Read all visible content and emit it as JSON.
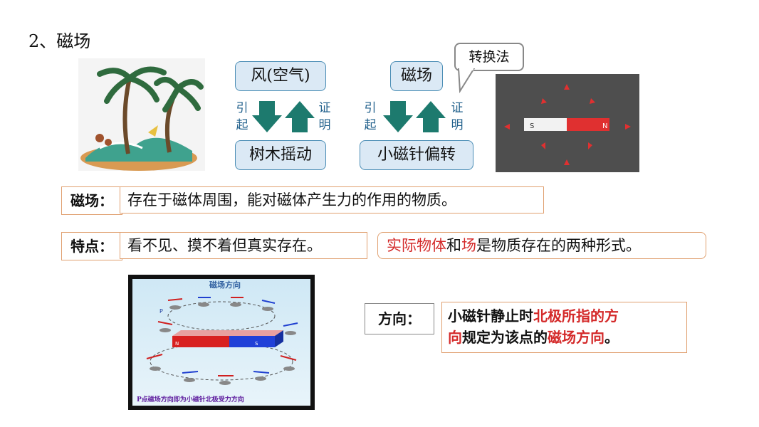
{
  "title": "2、磁场",
  "flow_left": {
    "top": "风(空气)",
    "bottom": "树木摇动",
    "left_label": "引起",
    "right_label": "证明"
  },
  "flow_right": {
    "top": "磁场",
    "bottom": "小磁针偏转",
    "left_label": "引起",
    "right_label": "证明"
  },
  "callout": "转换法",
  "magnet_photo": {
    "s_pole": "S",
    "n_pole": "N"
  },
  "definition": {
    "label": "磁场：",
    "text": "存在于磁体周围，能对磁体产生力的作用的物质。"
  },
  "feature": {
    "label": "特点：",
    "text": "看不见、摸不着但真实存在。"
  },
  "note": {
    "part1": "实际物体",
    "part2": "和",
    "part3": "场",
    "part4": "是物质存在的两种形式。"
  },
  "diagram": {
    "title": "磁场方向",
    "caption": "P点磁场方向即为小磁针北极受力方向",
    "n": "N",
    "s": "S",
    "p": "P"
  },
  "direction": {
    "label": "方向：",
    "t1": "小磁针静止时",
    "t2": "北极所指的方",
    "t3": "向",
    "t4": "规定为该点的",
    "t5": "磁场方向",
    "t6": "。"
  },
  "colors": {
    "red": "#d42a2a",
    "box_blue": "#dbe9f5",
    "arrow_green": "#1d7a6e",
    "orange_border": "#e0a070"
  }
}
